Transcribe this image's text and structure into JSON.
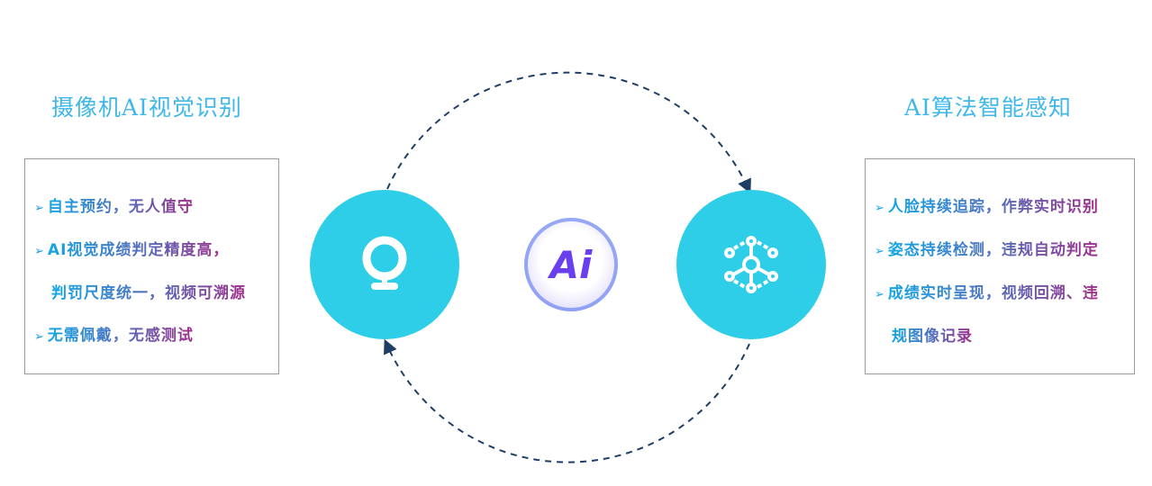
{
  "left": {
    "title": "摄像机AI视觉识别",
    "items": [
      "自主预约，无人值守",
      "AI视觉成绩判定精度高，",
      "判罚尺度统一，视频可溯源",
      "无需佩戴，无感测试"
    ]
  },
  "right": {
    "title": "AI算法智能感知",
    "items": [
      "人脸持续追踪，作弊实时识别",
      "姿态持续检测，违规自动判定",
      "成绩实时呈现，视频回溯、违",
      "规图像记录"
    ]
  },
  "center": {
    "logo": "Ai"
  },
  "colors": {
    "circle": "#2ecde8",
    "dash": "#1f3e66"
  }
}
